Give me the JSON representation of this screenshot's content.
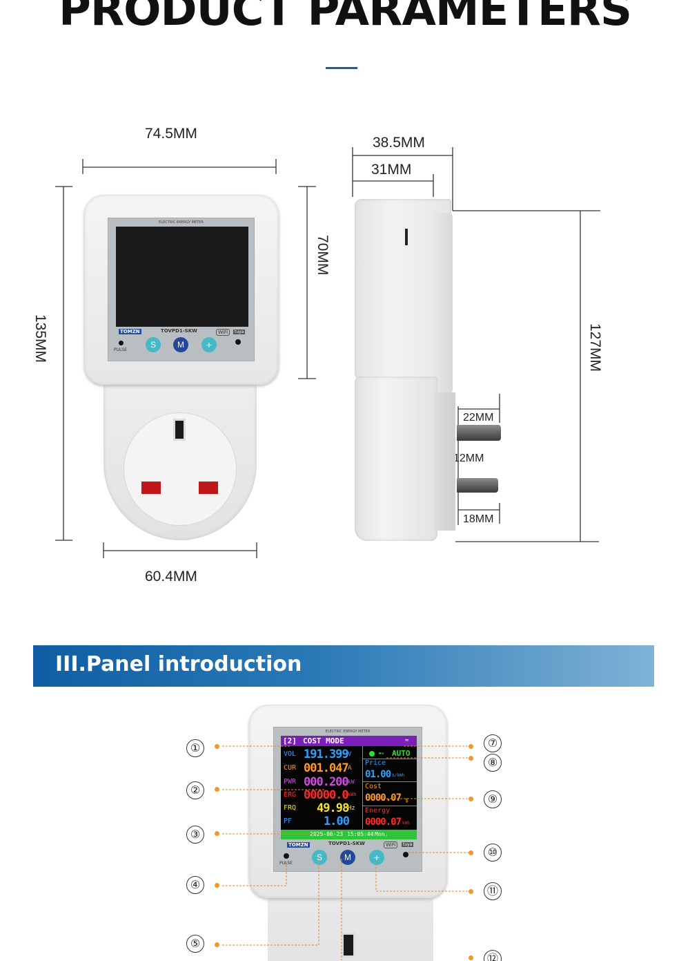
{
  "header": {
    "title": "PRODUCT PARAMETERS"
  },
  "dimensions": {
    "front_width": "74.5MM",
    "front_height": "135MM",
    "panel_height": "70MM",
    "socket_width": "60.4MM",
    "side_depth_total": "38.5MM",
    "side_depth_body": "31MM",
    "side_height": "127MM",
    "pin_upper": "22MM",
    "pin_middle": "12MM",
    "pin_lower": "18MM"
  },
  "device": {
    "panel_label": "ELECTRIC ENERGY METER",
    "brand": "TOMZN",
    "model": "TOVPD1-SKW",
    "wifi": "WiFi",
    "tuya": "tuya",
    "pulse": "PULSE",
    "buttons": {
      "s": "S",
      "m": "M",
      "plus": "+"
    }
  },
  "section": {
    "title": "III.Panel introduction"
  },
  "screen": {
    "page": "[2]",
    "mode": "COST MODE",
    "auto": "AUTO",
    "rows": [
      {
        "label": "VOL",
        "value": "191.399",
        "unit": "V",
        "color": "#2fa0ff"
      },
      {
        "label": "CUR",
        "value": "001.047",
        "unit": "A",
        "color": "#ff9a2a"
      },
      {
        "label": "PWR",
        "value": "000.200",
        "unit": "kW",
        "color": "#d24be0"
      },
      {
        "label": "ERG",
        "value": "00000.0",
        "unit": "kWh",
        "color": "#ff2a2a"
      },
      {
        "label": "FRQ",
        "value": "49.98",
        "unit": "Hz",
        "color": "#f5e52a"
      },
      {
        "label": "PF",
        "value": "1.00",
        "unit": "",
        "color": "#2fa0ff"
      }
    ],
    "price_label": "Price",
    "price_value": "01.00",
    "price_unit": "$/kWh",
    "cost_label": "Cost",
    "cost_value": "0000.07",
    "cost_unit": "$",
    "energy_label": "Energy",
    "energy_value": "0000.07",
    "energy_unit": "kWh",
    "status_date": "2025-06-23",
    "status_time": "15:05:44",
    "status_day": "Mon."
  },
  "callouts": [
    "①",
    "②",
    "③",
    "④",
    "⑤",
    "⑦",
    "⑧",
    "⑨",
    "⑩",
    "⑪",
    "⑫"
  ],
  "colors": {
    "accent": "#1f5d98",
    "callout_dot": "#f0982a",
    "banner": "#0f5ea3"
  }
}
